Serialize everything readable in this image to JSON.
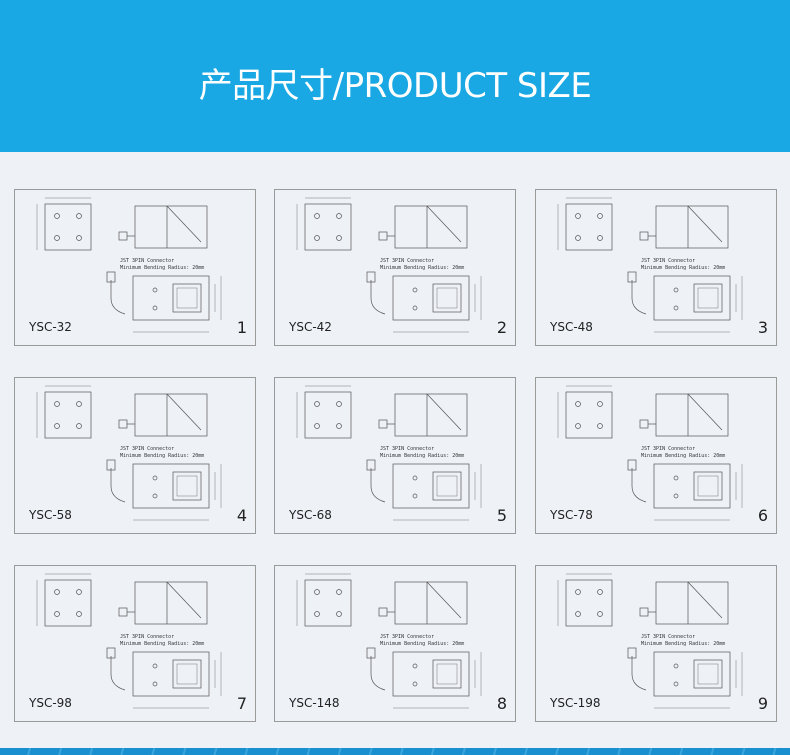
{
  "header": {
    "title": "产品尺寸/PRODUCT SIZE",
    "color": "#19a8e3"
  },
  "notes": {
    "connector": "JST 3PIN Connector",
    "bending": "Minimum Bending Radius: 20mm"
  },
  "products": [
    {
      "model": "YSC-32",
      "index": "1"
    },
    {
      "model": "YSC-42",
      "index": "2"
    },
    {
      "model": "YSC-48",
      "index": "3"
    },
    {
      "model": "YSC-58",
      "index": "4"
    },
    {
      "model": "YSC-68",
      "index": "5"
    },
    {
      "model": "YSC-78",
      "index": "6"
    },
    {
      "model": "YSC-98",
      "index": "7"
    },
    {
      "model": "YSC-148",
      "index": "8"
    },
    {
      "model": "YSC-198",
      "index": "9"
    }
  ]
}
